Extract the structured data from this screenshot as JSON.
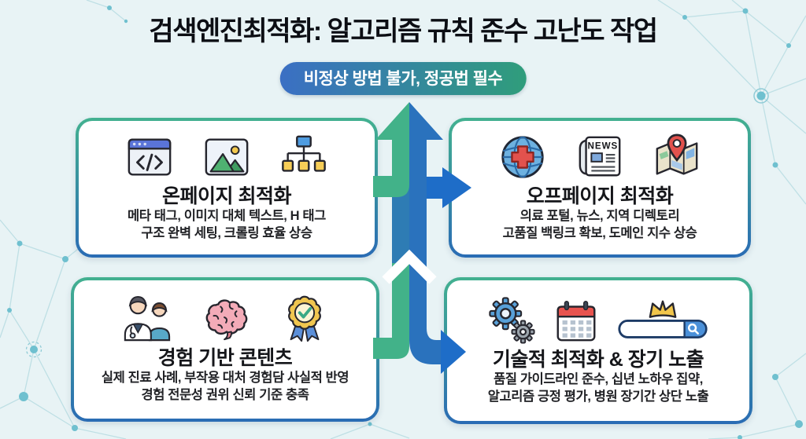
{
  "header": {
    "title": "검색엔진최적화: 알고리즘 규칙 준수 고난도 작업",
    "badge": "비정상 방법 불가, 정공법 필수"
  },
  "cards": [
    {
      "id": "onpage",
      "title": "온페이지 최적화",
      "line1": "메타 태그, 이미지 대체 텍스트, H 태그",
      "line2": "구조 완벽 세팅, 크롤링 효율 상승",
      "icons": [
        "code-browser-icon",
        "image-icon",
        "sitemap-icon"
      ]
    },
    {
      "id": "offpage",
      "title": "오프페이지 최적화",
      "line1": "의료 포털, 뉴스, 지역 디렉토리",
      "line2": "고품질 백링크 확보, 도메인 지수 상승",
      "icons": [
        "medical-globe-icon",
        "newspaper-icon",
        "map-pin-icon"
      ]
    },
    {
      "id": "experience",
      "title": "경험 기반 콘텐츠",
      "line1": "실제 진료 사례, 부작용 대처 경험담 사실적 반영",
      "line2": "경험 전문성 권위 신뢰 기준 충족",
      "icons": [
        "doctor-patient-icon",
        "brain-icon",
        "medal-icon"
      ]
    },
    {
      "id": "technical",
      "title": "기술적 최적화 & 장기 노출",
      "line1": "품질 가이드라인 준수, 십년 노하우 집약,",
      "line2": "알고리즘 긍정 평가, 병원 장기간 상단 노출",
      "icons": [
        "gears-icon",
        "calendar-icon",
        "search-rank-icon"
      ]
    }
  ],
  "icons": {
    "news_label": "NEWS"
  },
  "colors": {
    "background": "#e8f3f5",
    "badge_left": "#3b6fc4",
    "badge_right": "#2f9d7b",
    "card_border_top": "#43b190",
    "card_border_bottom": "#2a6cb4",
    "arrow_green": "#42b289",
    "arrow_blue": "#2e7cb4",
    "arrow_royal": "#2a72bd",
    "arrow_bright": "#1e6dc8"
  }
}
